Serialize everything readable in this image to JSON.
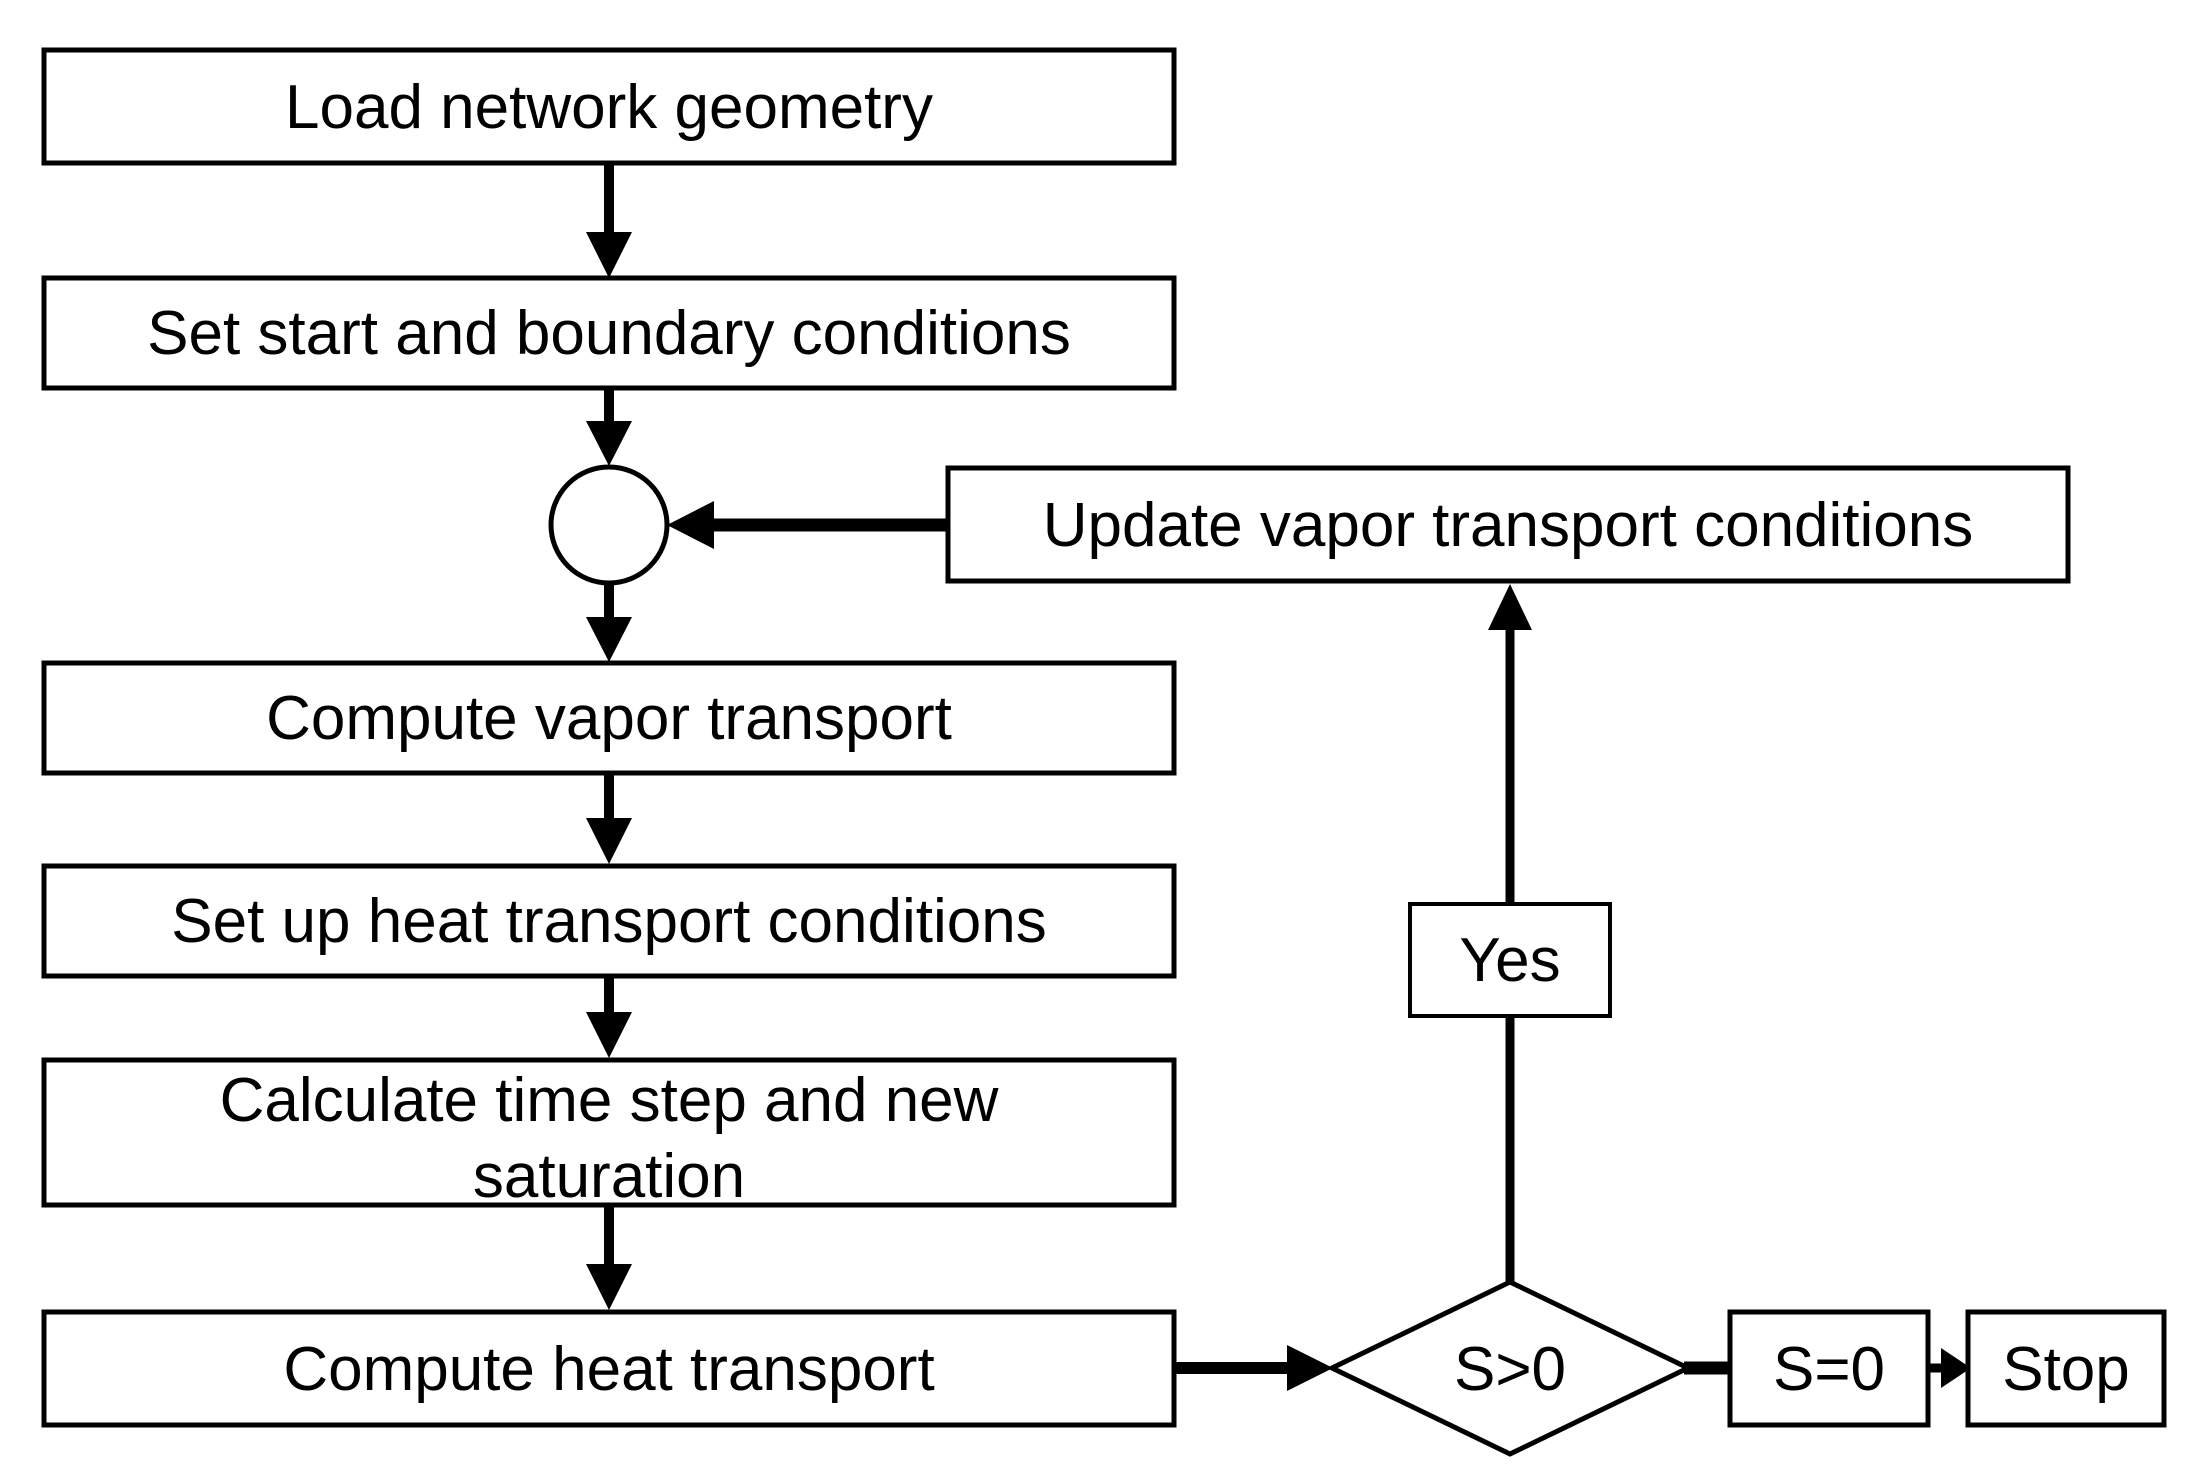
{
  "diagram": {
    "type": "flowchart",
    "background": "#ffffff",
    "colors": {
      "shape_fill": "#ffffff",
      "stroke": "#000000",
      "text": "#000000"
    },
    "nodes": {
      "load_network": "Load network geometry",
      "set_start": "Set start and boundary conditions",
      "junction": "",
      "update_vapor": "Update vapor transport conditions",
      "compute_vapor": "Compute vapor transport",
      "setup_heat": "Set up heat transport conditions",
      "calc_time_step": "Calculate time step and new saturation",
      "calc_time_step_lines": [
        "Calculate time step and new",
        "saturation"
      ],
      "compute_heat": "Compute heat transport",
      "decision": "S>0",
      "yes": "Yes",
      "s_zero": "S=0",
      "stop": "Stop"
    },
    "edges": [
      {
        "from": "load_network",
        "to": "set_start"
      },
      {
        "from": "set_start",
        "to": "junction"
      },
      {
        "from": "junction",
        "to": "compute_vapor"
      },
      {
        "from": "compute_vapor",
        "to": "setup_heat"
      },
      {
        "from": "setup_heat",
        "to": "calc_time_step"
      },
      {
        "from": "calc_time_step",
        "to": "compute_heat"
      },
      {
        "from": "compute_heat",
        "to": "decision"
      },
      {
        "from": "decision",
        "to": "update_vapor",
        "label": "Yes"
      },
      {
        "from": "update_vapor",
        "to": "junction"
      },
      {
        "from": "decision",
        "to": "s_zero"
      },
      {
        "from": "s_zero",
        "to": "stop"
      }
    ]
  }
}
